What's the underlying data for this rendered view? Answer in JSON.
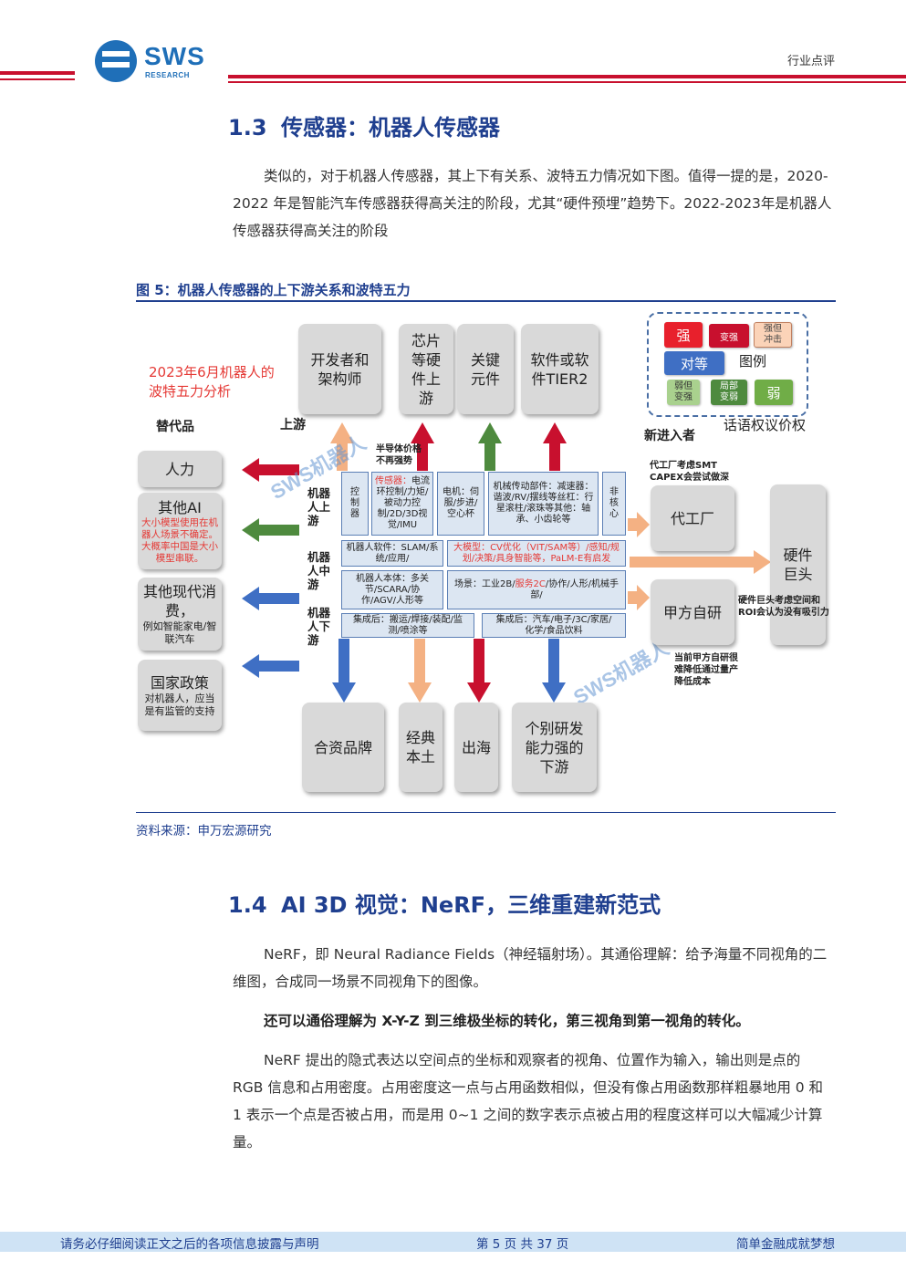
{
  "header": {
    "logo_text": "SWS",
    "logo_sub": "RESEARCH",
    "tag": "行业点评"
  },
  "section13": {
    "num": "1.3",
    "title": "传感器：机器人传感器",
    "para": "类似的，对于机器人传感器，其上下有关系、波特五力情况如下图。值得一提的是，2020-2022 年是智能汽车传感器获得高关注的阶段，尤其“硬件预埋”趋势下。2022-2023年是机器人传感器获得高关注的阶段"
  },
  "figure": {
    "title": "图 5：机器人传感器的上下游关系和波特五力",
    "source": "资料来源：申万宏源研究",
    "analysis_title_1": "2023年6月机器人的",
    "analysis_title_2": "波特五力分析",
    "label_substitutes": "替代品",
    "label_upstream": "上游",
    "label_new_entrants": "新进入者",
    "label_bargaining": "话语权议价权",
    "label_legend": "图例",
    "watermark": "SWS机器人",
    "upstream_boxes": [
      "开发者和架构师",
      "芯片等硬件上游",
      "关键元件",
      "软件或软件TIER2"
    ],
    "substitutes": {
      "s1": "人力",
      "s2_title": "其他AI",
      "s2_note": "大小模型使用在机器人场景不确定。大概率中国是大小模型串联。",
      "s3_title": "其他现代消费，",
      "s3_note": "例如智能家电/智联汽车",
      "s4_title": "国家政策",
      "s4_note": "对机器人，应当是有监管的支持"
    },
    "semi_note": "半导体价格不再强势",
    "row_labels": [
      "机器人上游",
      "机器人中游",
      "机器人下游"
    ],
    "cells": {
      "control": "控制器",
      "sensor_prefix": "传感器：",
      "sensor_rest": "电流环控制/力矩/被动力控制/2D/3D视觉/IMU",
      "motor": "电机：伺服/步进/空心杯",
      "mech": "机械传动部件：减速器：谐波/RV/摆线等丝杠：行星滚柱/滚珠等其他：轴承、小齿轮等",
      "noncore": "非核心",
      "software": "机器人软件：SLAM/系统/应用/",
      "bigmodel": "大模型：CV优化（VIT/SAM等）/感知/规划/决策/具身智能等，PaLM-E有启发",
      "body": "机器人本体：多关节/SCARA/协作/AGV/人形等",
      "scene_prefix": "场景：工业2B/",
      "scene_red": "服务2C",
      "scene_rest": "/协作/人形/机械手部/",
      "integ1": "集成后：搬运/焊接/装配/监测/喷涂等",
      "integ2": "集成后：汽车/电子/3C/家居/化学/食品饮料"
    },
    "entrants": {
      "oem_note": "代工厂考虑SMT CAPEX会尝试做深",
      "oem": "代工厂",
      "self": "甲方自研",
      "self_note": "当前甲方自研很难降低通过量产降低成本",
      "hw": "硬件巨头",
      "hw_note": "硬件巨头考虑空间和ROI会认为没有吸引力"
    },
    "downstream_boxes": [
      "合资品牌",
      "经典本土",
      "出海",
      "个别研发能力强的下游"
    ],
    "legend": {
      "strong": "强",
      "stronger": "变强",
      "strong_impact": "强但冲击",
      "equal": "对等",
      "weak_stronger": "弱但变强",
      "local_weaker": "局部变弱",
      "weak": "弱"
    },
    "colors": {
      "red": "#c8102e",
      "green": "#4e8a3e",
      "blue": "#3f6fc4",
      "orange": "#f4b183"
    }
  },
  "section14": {
    "num": "1.4",
    "title": "AI 3D 视觉：NeRF，三维重建新范式",
    "p1": "NeRF，即 Neural Radiance Fields（神经辐射场）。其通俗理解：给予海量不同视角的二维图，合成同一场景不同视角下的图像。",
    "p2": "还可以通俗理解为 X-Y-Z 到三维极坐标的转化，第三视角到第一视角的转化。",
    "p3": "NeRF 提出的隐式表达以空间点的坐标和观察者的视角、位置作为输入，输出则是点的 RGB 信息和占用密度。占用密度这一点与占用函数相似，但没有像占用函数那样粗暴地用 0 和 1 表示一个点是否被占用，而是用 0~1 之间的数字表示点被占用的程度这样可以大幅减少计算量。"
  },
  "footer": {
    "left": "请务必仔细阅读正文之后的各项信息披露与声明",
    "center": "第 5 页 共 37 页",
    "right": "简单金融成就梦想"
  }
}
